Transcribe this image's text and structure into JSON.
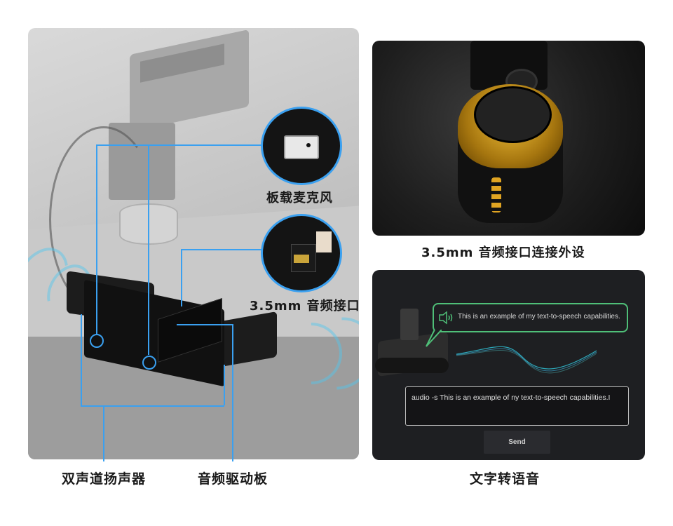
{
  "left_panel": {
    "callouts": [
      {
        "id": "mic",
        "label": "板载麦克风"
      },
      {
        "id": "jack",
        "label": "3.5mm 音频接口"
      }
    ],
    "bottom_labels": [
      {
        "id": "speakers",
        "label": "双声道扬声器"
      },
      {
        "id": "driver-board",
        "label": "音频驱动板"
      }
    ],
    "accent_color": "#3aa0f0"
  },
  "photo_panel": {
    "caption": "3.5mm 音频接口连接外设"
  },
  "tts_panel": {
    "bubble_text": "This is an example of my text-to-speech capabilities.",
    "input_value": "audio -s This is an example of ny text-to-speech capabilities.I",
    "send_label": "Send",
    "caption": "文字转语音",
    "bubble_color": "#4fbf78",
    "background": "#1e1f22"
  }
}
